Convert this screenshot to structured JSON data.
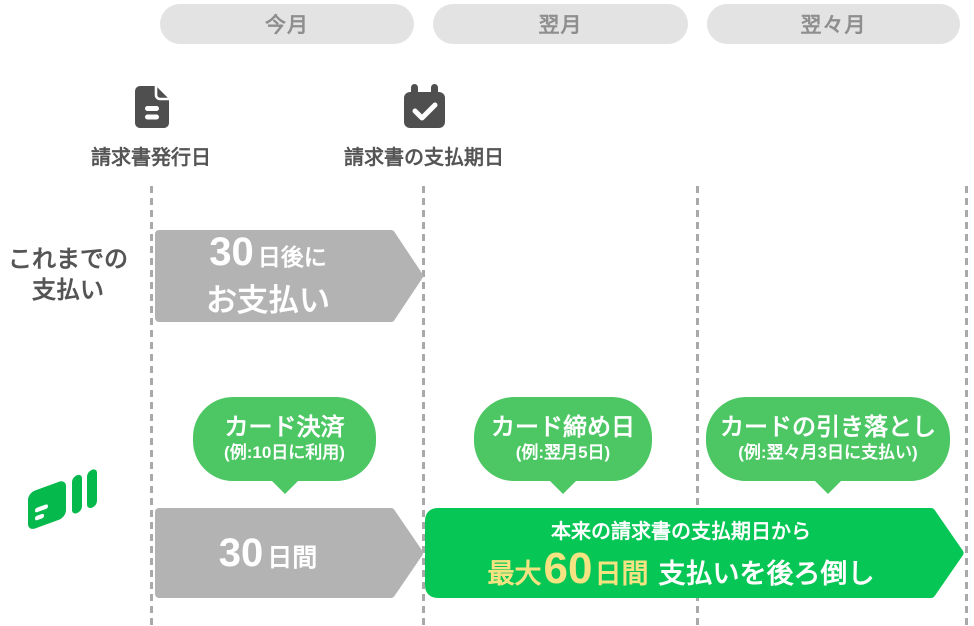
{
  "header": {
    "columns": [
      "今月",
      "翌月",
      "翌々月"
    ]
  },
  "markers": [
    {
      "icon": "invoice-document-icon",
      "label": "請求書発行日"
    },
    {
      "icon": "calendar-check-icon",
      "label": "請求書の支払期日"
    }
  ],
  "row_before": {
    "label": {
      "line1": "これまでの",
      "line2": "支払い"
    },
    "arrow": {
      "big": "30",
      "unit": "日後に",
      "line2": "お支払い"
    }
  },
  "row_card": {
    "icon": "stacked-cards-icon",
    "bubbles": [
      {
        "title": "カード決済",
        "example": "(例:10日に利用)"
      },
      {
        "title": "カード締め日",
        "example": "(例:翌月5日)"
      },
      {
        "title": "カードの引き落とし",
        "example": "(例:翌々月3日に支払い)"
      }
    ],
    "gray_arrow": {
      "big": "30",
      "unit": "日間"
    },
    "green_arrow": {
      "line1": "本来の請求書の支払期日から",
      "prefix": "最大",
      "big": "60",
      "unit": "日間",
      "suffix": "支払いを後ろ倒し"
    }
  },
  "colors": {
    "green_arrow": "#06c755",
    "green_bubble": "#4cc764",
    "gray_arrow": "#b3b3b3",
    "pill_bg": "#e3e3e3",
    "pill_text": "#8e8e8e",
    "dark_text": "#555555",
    "yellow_text": "#f5e382",
    "guide_line": "#a9a9a9"
  }
}
